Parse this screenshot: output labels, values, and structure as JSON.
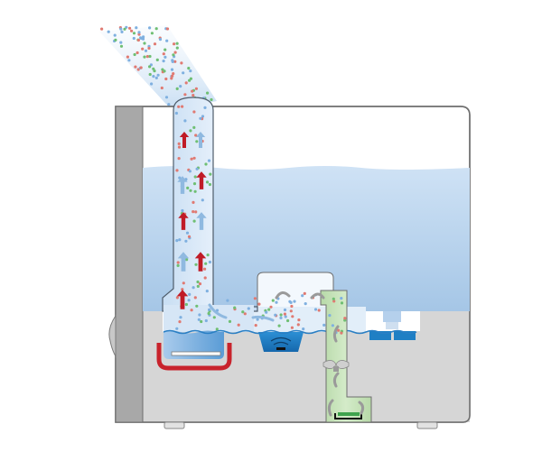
{
  "diagram": {
    "subject": "humidifier-cross-section",
    "components": [
      {
        "id": "housing",
        "name": "housing"
      },
      {
        "id": "water-tank",
        "name": "water-tank"
      },
      {
        "id": "mist-chimney",
        "name": "mist-chimney"
      },
      {
        "id": "mist-plume",
        "name": "mist-plume"
      },
      {
        "id": "heating-tray",
        "name": "heating-tray"
      },
      {
        "id": "ultrasonic-transducer",
        "name": "ultrasonic-transducer"
      },
      {
        "id": "air-intake-duct",
        "name": "air-intake-duct"
      },
      {
        "id": "fan",
        "name": "fan"
      },
      {
        "id": "filter",
        "name": "filter"
      },
      {
        "id": "tank-valve",
        "name": "tank-valve"
      }
    ]
  },
  "colors": {
    "housing_fill": "#d4d4d4",
    "side_panel": "#a9a9a9",
    "outline": "#6e6e6e",
    "tank_water": "#bcd6ef",
    "tank_water_dark": "#a7c7e6",
    "mist": "#dceaf8",
    "chimney": "#c9dff3",
    "reservoir_water": "#7fb2e0",
    "transducer": "#1f7fc4",
    "heater": "#c8232c",
    "hot_arrow": "#c01b27",
    "cool_arrow": "#8fb9e0",
    "flow_arrow": "#9a9a9a",
    "duct_green": "#c4e0b8",
    "particle_red": "#e07a72",
    "particle_green": "#6fbf73",
    "particle_blue": "#7fb0e0"
  }
}
